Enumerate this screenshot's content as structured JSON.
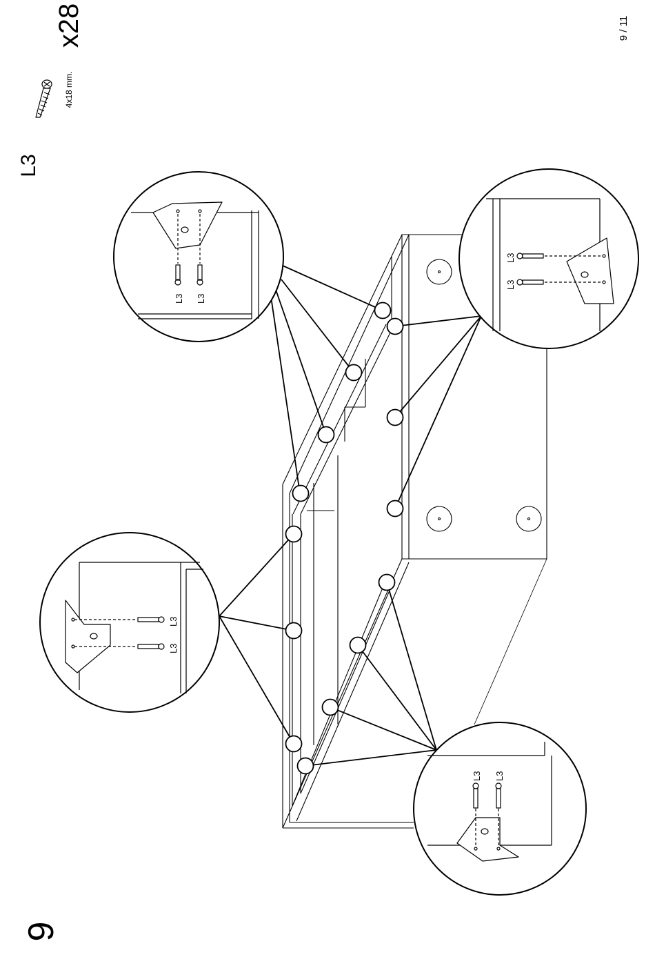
{
  "page": {
    "indicator": "9 / 11"
  },
  "step": {
    "number": "9"
  },
  "hardware": {
    "code": "L3",
    "size": "4x18 mm.",
    "quantity": "x28"
  },
  "callouts": {
    "top_left": {
      "screws": [
        "L3",
        "L3"
      ]
    },
    "top_right": {
      "screws": [
        "L3",
        "L3"
      ]
    },
    "bottom_left": {
      "screws": [
        "L3",
        "L3"
      ]
    },
    "bottom_right": {
      "screws": [
        "L3",
        "L3"
      ]
    }
  }
}
